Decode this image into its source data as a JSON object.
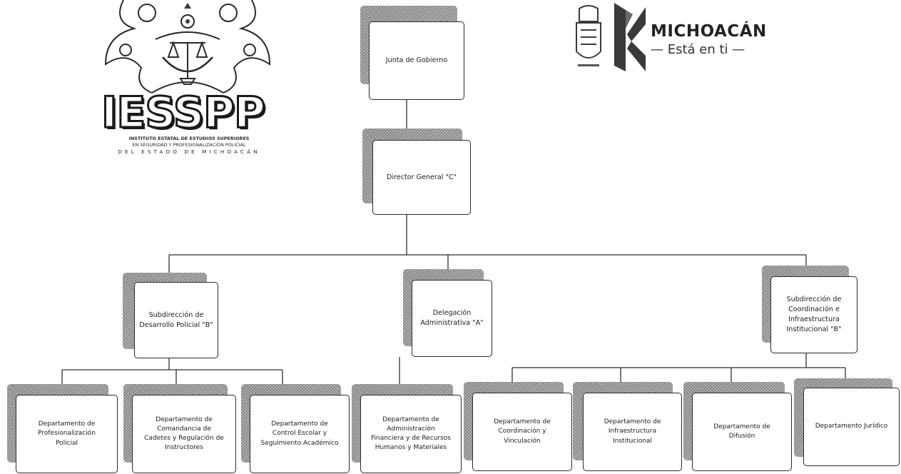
{
  "logos": {
    "iesspp": {
      "acronym": "IESSPP",
      "line1": "INSTITUTO ESTATAL DE ESTUDIOS SUPERIORES",
      "line2": "EN SEGURIDAD Y PROFESIONALIZACIÓN POLICIAL",
      "line3": "DEL ESTADO DE MICHOACÁN"
    },
    "michoacan": {
      "name": "MICHOACÁN",
      "tagline": "— Está en ti —",
      "brand_color": "#2b2b2b"
    }
  },
  "org_chart": {
    "nodes": [
      {
        "id": "junta",
        "label": "Junta de Gobierno"
      },
      {
        "id": "director",
        "label": "Director General \"C\""
      },
      {
        "id": "sub_desarrollo",
        "label": "Subdirección de\nDesarrollo Policial \"B\""
      },
      {
        "id": "delegacion",
        "label": "Delegación\nAdministrativa \"A\""
      },
      {
        "id": "sub_coordinacion",
        "label": "Subdirección de\nCoordinación e\nInfraestructura\nInstitucional \"B\""
      },
      {
        "id": "dep_profesionalizacion",
        "label": "Departamento de\nProfesionalización\nPolicial"
      },
      {
        "id": "dep_comandancia",
        "label": "Departamento de\nComandancia de\nCadetes y Regulación de\nInstructores"
      },
      {
        "id": "dep_control_escolar",
        "label": "Departamento de\nControl Escolar y\nSeguimiento Académico"
      },
      {
        "id": "dep_administracion",
        "label": "Departamento de\nAdministración\nFinanciera y de Recursos\nHumanos y Materiales"
      },
      {
        "id": "dep_coordinacion",
        "label": "Departamento de\nCoordinación y\nVinculación"
      },
      {
        "id": "dep_infraestructura",
        "label": "Departamento de\nInfraestructura\nInstitucional"
      },
      {
        "id": "dep_difusion",
        "label": "Departamento de\nDifusión"
      },
      {
        "id": "dep_juridico",
        "label": "Departamento Jurídico"
      }
    ],
    "edges": [
      [
        "junta",
        "director"
      ],
      [
        "director",
        "sub_desarrollo"
      ],
      [
        "director",
        "delegacion"
      ],
      [
        "director",
        "sub_coordinacion"
      ],
      [
        "sub_desarrollo",
        "dep_profesionalizacion"
      ],
      [
        "sub_desarrollo",
        "dep_comandancia"
      ],
      [
        "sub_desarrollo",
        "dep_control_escolar"
      ],
      [
        "delegacion",
        "dep_administracion"
      ],
      [
        "sub_coordinacion",
        "dep_coordinacion"
      ],
      [
        "sub_coordinacion",
        "dep_infraestructura"
      ],
      [
        "sub_coordinacion",
        "dep_difusion"
      ],
      [
        "sub_coordinacion",
        "dep_juridico"
      ]
    ]
  }
}
